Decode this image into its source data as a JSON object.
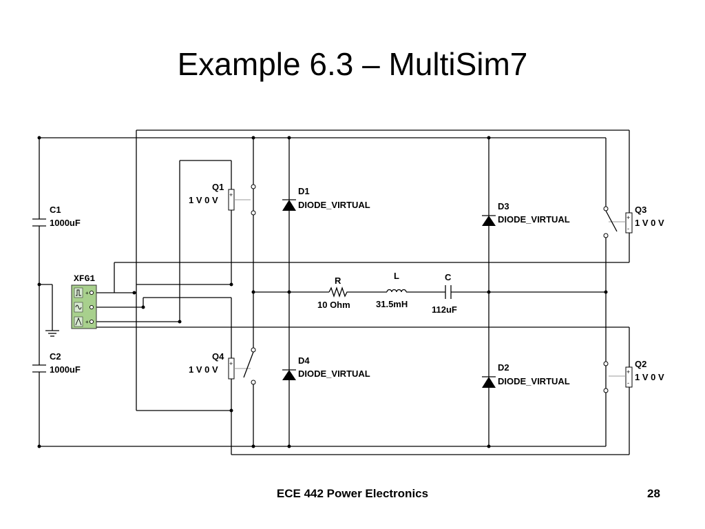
{
  "slide": {
    "title": "Example 6.3 – MultiSim7",
    "footer_course": "ECE 442 Power Electronics",
    "page_number": "28"
  },
  "components": {
    "C1": {
      "name": "C1",
      "value": "1000uF"
    },
    "C2": {
      "name": "C2",
      "value": "1000uF"
    },
    "XFG1": {
      "name": "XFG1"
    },
    "Q1": {
      "name": "Q1",
      "value": "1 V 0 V"
    },
    "Q2": {
      "name": "Q2",
      "value": "1 V 0 V"
    },
    "Q3": {
      "name": "Q3",
      "value": "1 V 0 V"
    },
    "Q4": {
      "name": "Q4",
      "value": "1 V 0 V"
    },
    "D1": {
      "name": "D1",
      "value": "DIODE_VIRTUAL"
    },
    "D2": {
      "name": "D2",
      "value": "DIODE_VIRTUAL"
    },
    "D3": {
      "name": "D3",
      "value": "DIODE_VIRTUAL"
    },
    "D4": {
      "name": "D4",
      "value": "DIODE_VIRTUAL"
    },
    "R": {
      "name": "R",
      "value": "10 Ohm"
    },
    "L": {
      "name": "L",
      "value": "31.5mH"
    },
    "C": {
      "name": "C",
      "value": "112uF"
    }
  }
}
